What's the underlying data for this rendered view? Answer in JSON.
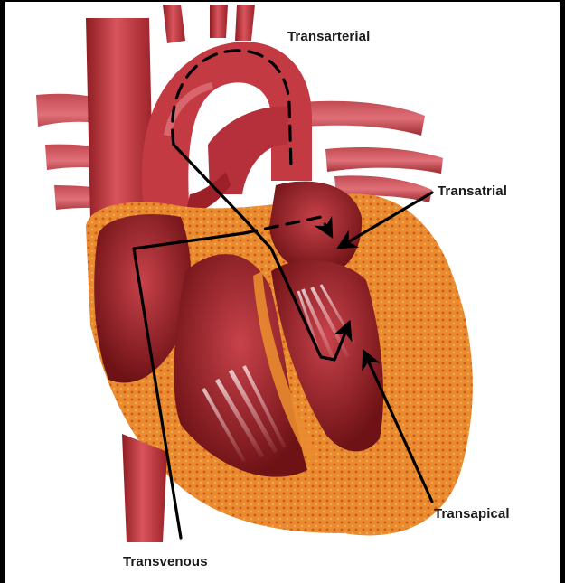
{
  "labels": {
    "transarterial": "Transarterial",
    "transatrial": "Transatrial",
    "transapical": "Transapical",
    "transvenous": "Transvenous"
  },
  "colors": {
    "background": "#000000",
    "panel": "#ffffff",
    "heart_red": "#b8262e",
    "vessel_red": "#c8414a",
    "myocardium_orange": "#e88a2e",
    "chamber_dark": "#7a1418",
    "path_line": "#000000"
  }
}
